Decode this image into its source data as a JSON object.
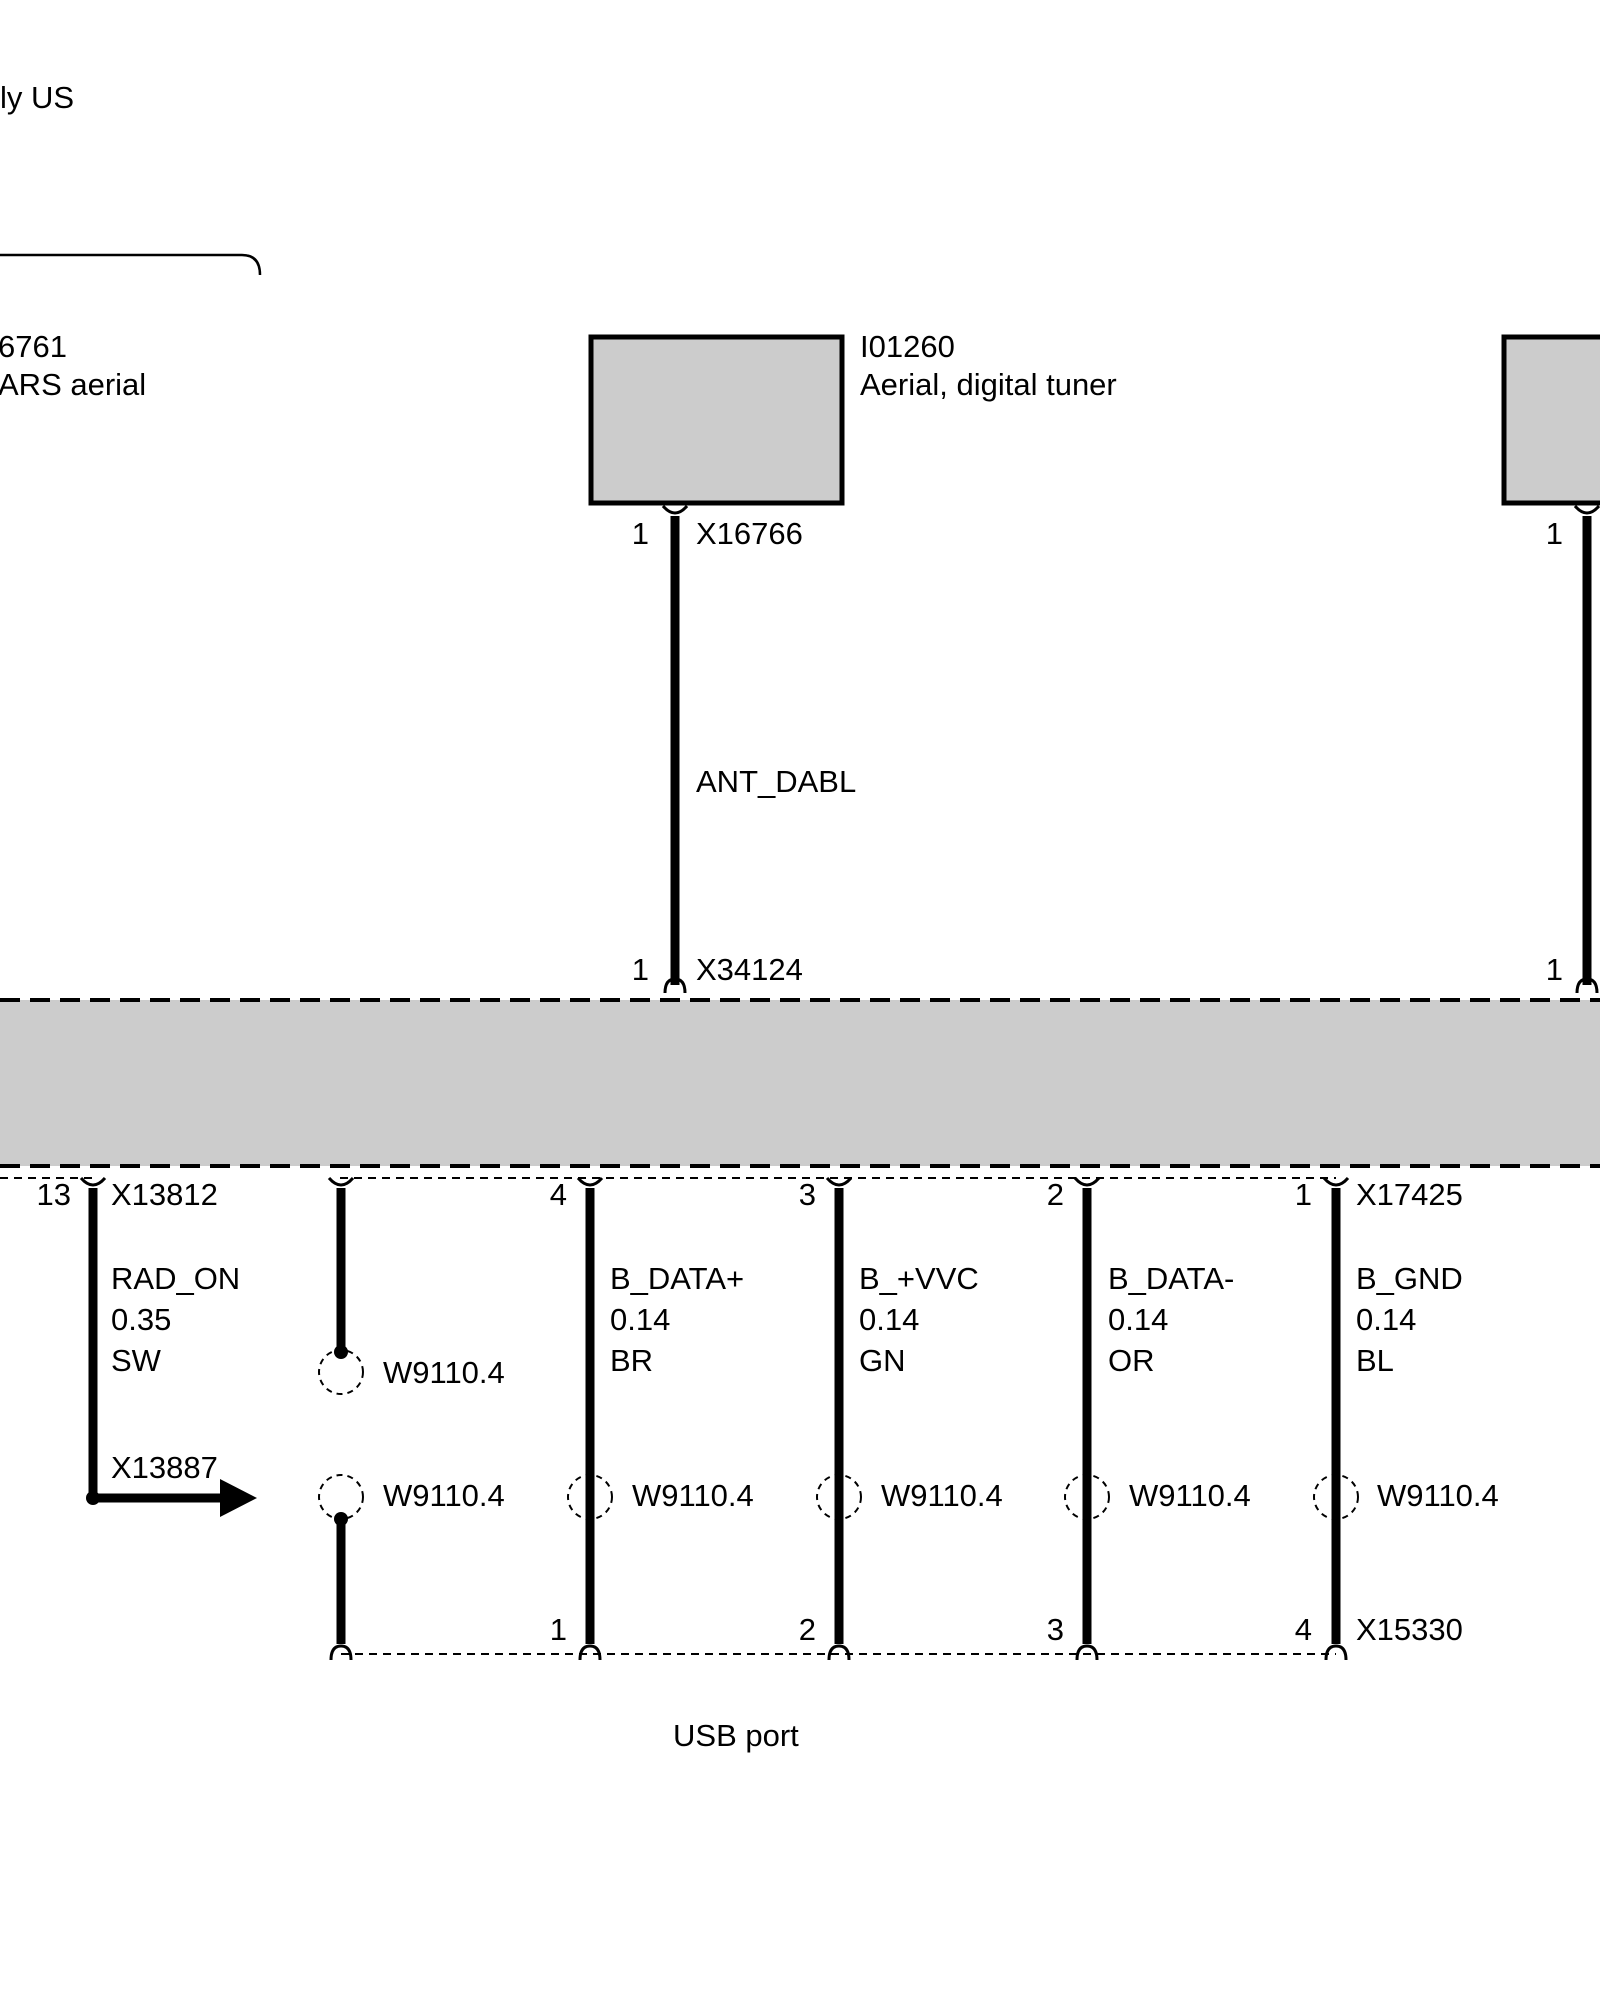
{
  "header": {
    "note": "ly US"
  },
  "components": {
    "sdars_aerial": {
      "id": "6761",
      "name": "ARS aerial"
    },
    "dab_aerial": {
      "id": "I01260",
      "name": "Aerial, digital tuner"
    }
  },
  "connectors": {
    "dab_top": {
      "pin": "1",
      "id": "X16766"
    },
    "dab_module": {
      "pin": "1",
      "id": "X34124"
    },
    "right_top_pin": "1",
    "right_module_pin": "1",
    "module_bottom": "X13812",
    "module_bottom_usb": "X17425",
    "usb_port": "X15330",
    "rad_on_dest": "X13887"
  },
  "wires": {
    "ant_dabl": {
      "signal": "ANT_DABL"
    },
    "rad_on": {
      "pin": "13",
      "signal": "RAD_ON",
      "size": "0.35",
      "color": "SW"
    },
    "b_data_plus": {
      "pin_top": "4",
      "pin_bottom": "1",
      "signal": "B_DATA+",
      "size": "0.14",
      "color": "BR"
    },
    "b_vvc": {
      "pin_top": "3",
      "pin_bottom": "2",
      "signal": "B_+VVC",
      "size": "0.14",
      "color": "GN"
    },
    "b_data_minus": {
      "pin_top": "2",
      "pin_bottom": "3",
      "signal": "B_DATA-",
      "size": "0.14",
      "color": "OR"
    },
    "b_gnd": {
      "pin_top": "1",
      "pin_bottom": "4",
      "signal": "B_GND",
      "size": "0.14",
      "color": "BL"
    }
  },
  "shields": {
    "shield_upper": "W9110.4",
    "shield_lower": "W9110.4",
    "shield_b_data_plus": "W9110.4",
    "shield_b_vvc": "W9110.4",
    "shield_b_data_minus": "W9110.4",
    "shield_b_gnd": "W9110.4"
  },
  "usb_label": "USB port",
  "colors": {
    "fill": "#cccccc",
    "line": "#000000",
    "background": "#ffffff"
  }
}
